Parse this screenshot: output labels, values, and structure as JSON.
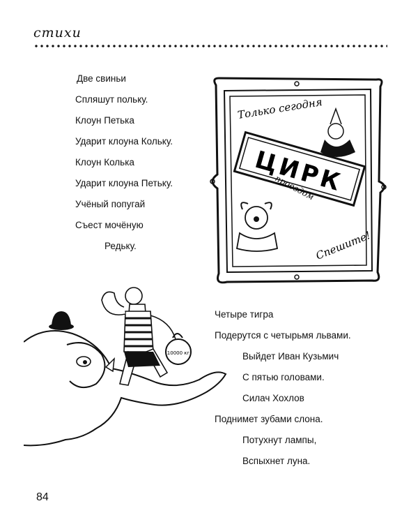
{
  "header": {
    "section": "стихи"
  },
  "poem_one": {
    "lines": [
      "Две свиньи",
      "Спляшут польку.",
      "Клоун Петька",
      "Ударит клоуна Кольку.",
      "Клоун Колька",
      "Ударит клоуна Петьку.",
      "Учёный попугай",
      "Съест мочёную",
      "Редьку."
    ]
  },
  "poem_two": {
    "lines": [
      "Четыре тигра",
      "Подерутся с четырьмя львами.",
      "Выйдет Иван Кузьмич",
      "С пятью головами.",
      "Силач Хохлов",
      "Поднимет зубами слона.",
      "Потухнут лампы,",
      "Вспыхнет луна."
    ]
  },
  "poster": {
    "text_top": "Только сегодня",
    "text_main": "ЦИРК",
    "text_arc": "проездом",
    "text_bottom": "Спешите!"
  },
  "illustration": {
    "kettlebell_label": "10000 кг"
  },
  "page_number": "84"
}
